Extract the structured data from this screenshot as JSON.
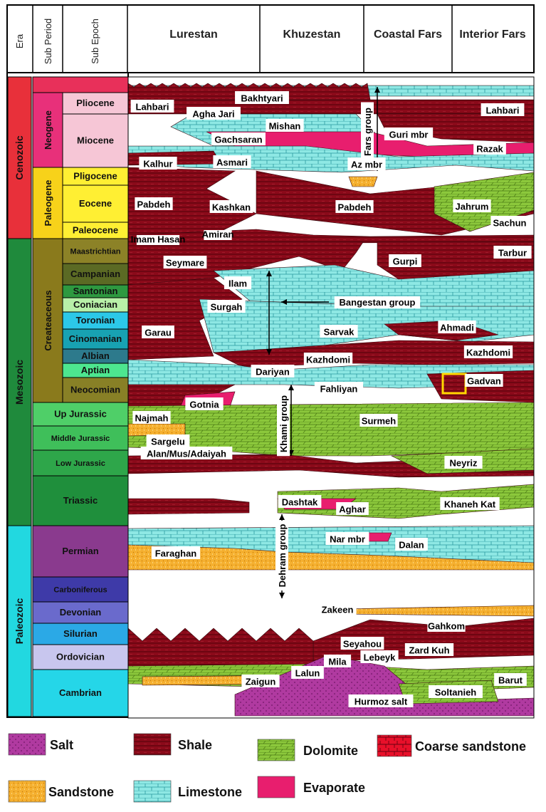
{
  "headers": {
    "era": "Era",
    "sub_period": "Sub Period",
    "sub_epoch": "Sub Epoch",
    "regions": [
      "Lurestan",
      "Khuzestan",
      "Coastal Fars",
      "Interior Fars"
    ]
  },
  "eras": [
    {
      "name": "Cenozoic",
      "color": "#e8303a"
    },
    {
      "name": "Mesozoic",
      "color": "#1f8a3c"
    },
    {
      "name": "Paleozoic",
      "color": "#22d8e0"
    }
  ],
  "sub_periods": [
    {
      "name": "Neogene",
      "color": "#e8307a"
    },
    {
      "name": "Paleogene",
      "color": "#f7d21a"
    },
    {
      "name": "Createaceous",
      "color": "#8a7a1c"
    }
  ],
  "epochs": [
    {
      "name": "Pliocene",
      "color": "#f6c6d6"
    },
    {
      "name": "Miocene",
      "color": "#f6c6d6"
    },
    {
      "name": "Pligocene",
      "color": "#ffef33"
    },
    {
      "name": "Eocene",
      "color": "#ffef33"
    },
    {
      "name": "Paleocene",
      "color": "#ffef33"
    },
    {
      "name": "Maastrichtian",
      "color": "#8c8227"
    },
    {
      "name": "Campanian",
      "color": "#5b6a24"
    },
    {
      "name": "Santonian",
      "color": "#2e9940"
    },
    {
      "name": "Coniacian",
      "color": "#b8f0a8"
    },
    {
      "name": "Toronian",
      "color": "#2cc8e8"
    },
    {
      "name": "Cinomanian",
      "color": "#18a2b2"
    },
    {
      "name": "Albian",
      "color": "#2d7a8c"
    },
    {
      "name": "Aptian",
      "color": "#4de68f"
    },
    {
      "name": "Neocomian",
      "color": "#888026"
    },
    {
      "name": "Up Jurassic",
      "color": "#4fcf68"
    },
    {
      "name": "Middle Jurassic",
      "color": "#3fbf5a"
    },
    {
      "name": "Low Jurassic",
      "color": "#2ea64a"
    },
    {
      "name": "Triassic",
      "color": "#1f8f3c"
    },
    {
      "name": "Permian",
      "color": "#8a3a8e"
    },
    {
      "name": "Carboniferous",
      "color": "#3e3aa8"
    },
    {
      "name": "Devonian",
      "color": "#6a6acc"
    },
    {
      "name": "Silurian",
      "color": "#2ba9e6"
    },
    {
      "name": "Ordovician",
      "color": "#c8c6ee"
    },
    {
      "name": "Cambrian",
      "color": "#25d6e8"
    }
  ],
  "formations": [
    "Bakhtyari",
    "Lahbari",
    "Agha Jari",
    "Mishan",
    "Lahbari",
    "Gachsaran",
    "Guri mbr",
    "Razak",
    "Kalhur",
    "Asmari",
    "Az mbr",
    "Pabdeh",
    "Kashkan",
    "Pabdeh",
    "Jahrum",
    "Sachun",
    "Imam Hasan",
    "Amiran",
    "Tarbur",
    "Seymare",
    "Gurpi",
    "Ilam",
    "Surgah",
    "Sarvak",
    "Garau",
    "Ahmadi",
    "Kazhdomi",
    "Kazhdomi",
    "Dariyan",
    "Gadvan",
    "Fahliyan",
    "Gotnia",
    "Najmah",
    "Surmeh",
    "Sargelu",
    "Alan/Mus/Adaiyah",
    "Neyriz",
    "Dashtak",
    "Aghar",
    "Khaneh Kat",
    "Nar mbr",
    "Dalan",
    "Faraghan",
    "Zakeen",
    "Gahkom",
    "Seyahou",
    "Lebeyk",
    "Zard Kuh",
    "Mila",
    "Lalun",
    "Zaigun",
    "Barut",
    "Soltanieh",
    "Hurmoz salt"
  ],
  "groups": [
    "Fars group",
    "Bangestan group",
    "Khami group",
    "Dehram group"
  ],
  "legend": [
    {
      "label": "Salt",
      "color": "#b03aa0"
    },
    {
      "label": "Shale",
      "color": "#8b0a1a"
    },
    {
      "label": "Dolomite",
      "color": "#8cc83c"
    },
    {
      "label": "Coarse sandstone",
      "color": "#e8102a"
    },
    {
      "label": "Sandstone",
      "color": "#f5a623"
    },
    {
      "label": "Limestone",
      "color": "#8ee8e4"
    },
    {
      "label": "Evaporate",
      "color": "#e81e6e"
    }
  ],
  "lithology_colors": {
    "shale": "#8b0a1a",
    "limestone": "#8ee8e4",
    "dolomite": "#8cc83c",
    "sandstone": "#f5a623",
    "salt": "#b03aa0",
    "evaporate": "#e81e6e",
    "coarse_sandstone": "#e8102a"
  }
}
